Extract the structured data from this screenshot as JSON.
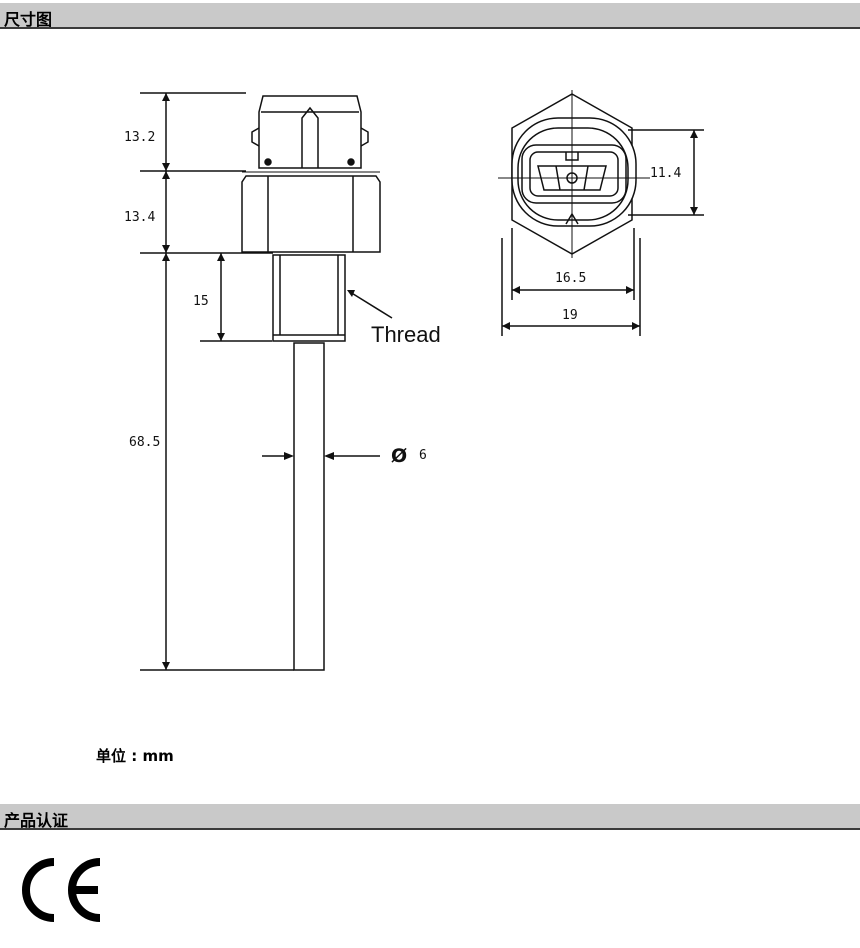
{
  "headers": {
    "dimensions": "尺寸图",
    "certification": "产品认证"
  },
  "units_label": "单位 : mm",
  "drawing": {
    "dims": {
      "connector_height": "13.2",
      "hex_height": "13.4",
      "thread_length": "15",
      "probe_length": "68.5",
      "probe_diameter": "6",
      "diameter_symbol": "Ø",
      "pin_spacing": "11.4",
      "connector_width": "16.5",
      "hex_across": "19"
    },
    "thread_label": "Thread"
  },
  "certification": {
    "mark": "CE"
  }
}
